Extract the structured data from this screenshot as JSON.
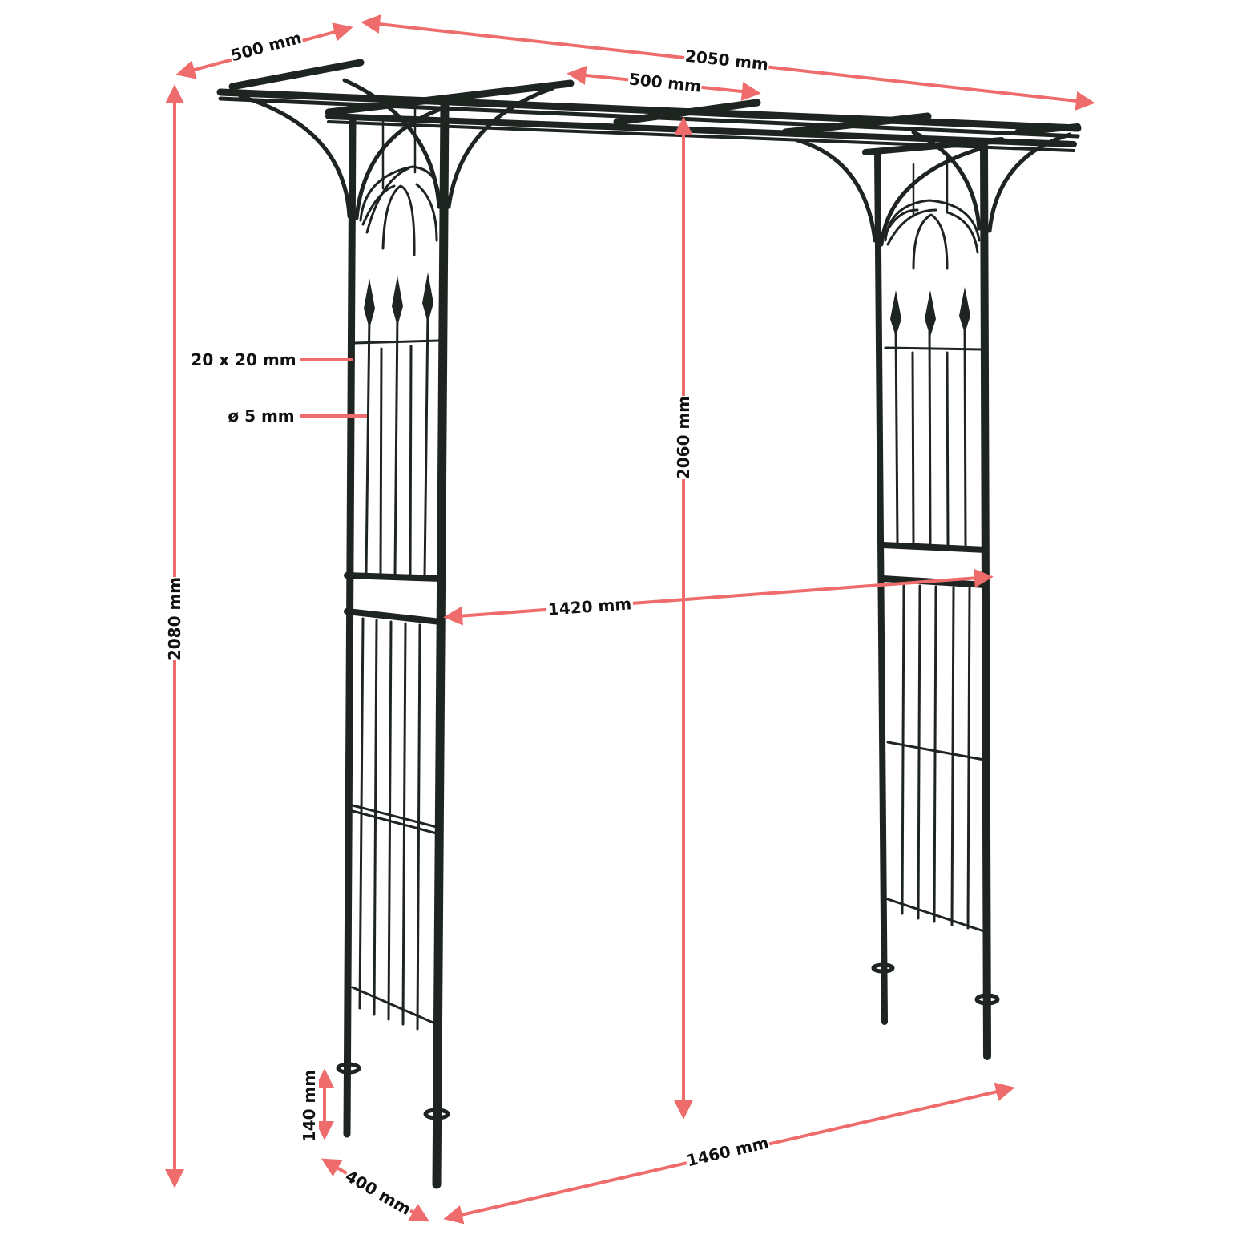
{
  "colors": {
    "frame": "#1e2420",
    "dimension_line": "#ef6c6c",
    "text": "#111111",
    "background": "#ffffff"
  },
  "dimensions": {
    "roof_depth": "500 mm",
    "total_width": "2050 mm",
    "roof_rail_length": "500 mm",
    "total_height": "2080 mm",
    "inner_height": "2060 mm",
    "tube_profile": "20 x 20 mm",
    "rod_diameter": "ø 5 mm",
    "inner_width": "1420 mm",
    "ground_spike": "140 mm",
    "side_depth": "400 mm",
    "base_width": "1460 mm"
  }
}
